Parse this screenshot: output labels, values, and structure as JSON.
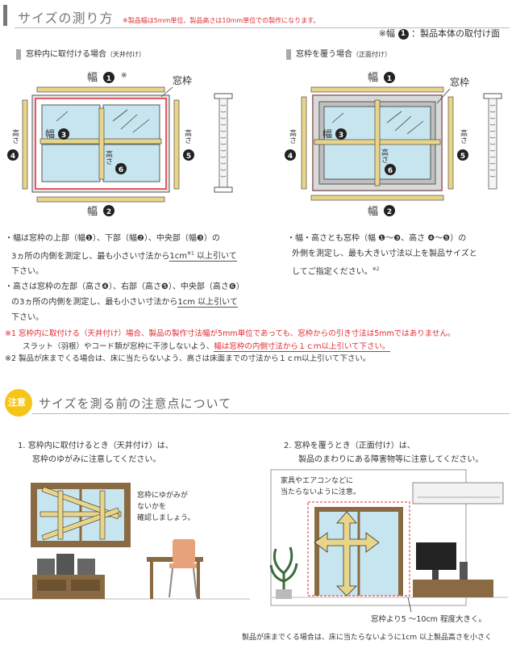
{
  "header": {
    "title": "サイズの測り方",
    "note": "※製品幅は5mm単位、製品高さは10mm単位での製作になります。"
  },
  "legend_note": {
    "prefix": "※幅",
    "num": "1",
    "suffix": "：製品本体の取付け面"
  },
  "inside": {
    "subtitle": "窓枠内に取付ける場合",
    "subtitle_small": "（天井付け）",
    "label_width": "幅",
    "label_frame": "窓枠",
    "label_height": "高さ",
    "star": "※",
    "n1": "1",
    "n2": "2",
    "n3": "3",
    "n4": "4",
    "n5": "5",
    "n6": "6",
    "text1": "・幅は窓枠の上部（幅❶）、下部（幅❷）、中央部（幅❸）の",
    "text2a": "3ヵ所の内側を測定し、最も小さい寸法から",
    "text2b": "1cm",
    "text2c": "以上引いて",
    "text2sup": "※1",
    "text3": "下さい。",
    "text4": "・高さは窓枠の左部（高さ❹）、右部（高さ❺）、中央部（高さ❻）",
    "text5a": "の3ヵ所の内側を測定し、最も小さい寸法から",
    "text5b": "1cm 以上引いて",
    "text6": "下さい。"
  },
  "outside": {
    "subtitle": "窓枠を覆う場合",
    "subtitle_small": "（正面付け）",
    "label_width": "幅",
    "label_frame": "窓枠",
    "label_height": "高さ",
    "n1": "1",
    "n2": "2",
    "n3": "3",
    "n4": "4",
    "n5": "5",
    "n6": "6",
    "text1": "・幅・高さとも窓枠（幅 ❶〜❸、高さ ❹〜❺）の",
    "text2": "外側を測定し、最も大きい寸法以上を製品サイズと",
    "text3": "してご指定ください。",
    "text3sup": "※2"
  },
  "cautions": {
    "c1_red": "※1 窓枠内に取付ける（天井付け）場合、製品の製作寸法幅が5mm単位であっても、窓枠からの引き寸法は5mmではありません。",
    "c1_b": "スラット（羽根）やコード類が窓枠に干渉しないよう、",
    "c1_b_red": "幅は窓枠の内側寸法から１ｃｍ以上引いて下さい。",
    "c2": "※2 製品が床までくる場合は、床に当たらないよう、高さは床面までの寸法から１ｃｍ以上引いて下さい。"
  },
  "section2": {
    "title": "サイズを測る前の注意点について",
    "badge": "注意",
    "step1_line1": "1. 窓枠内に取付けるとき（天井付け）は、",
    "step1_line2": "窓枠のゆがみに注意してください。",
    "step1_bubble1": "窓枠にゆがみが",
    "step1_bubble2": "ないかを",
    "step1_bubble3": "確認しましょう。",
    "step2_line1": "2. 窓枠を覆うとき（正面付け）は、",
    "step2_line2": "製品のまわりにある障害物等に注意してください。",
    "step2_obst1": "家具やエアコンなどに",
    "step2_obst2": "当たらないように注意。",
    "step2_margin": "窓枠より5 〜10cm  程度大きく。",
    "step2_floor": "製品が床までくる場合は、床に当たらないように1cm 以上製品高さを小さく"
  },
  "colors": {
    "accent_red": "#e0292f",
    "measure_yellow": "#e9d58a",
    "frame_wood": "#8a6a43",
    "caution_yellow": "#f5c518"
  }
}
